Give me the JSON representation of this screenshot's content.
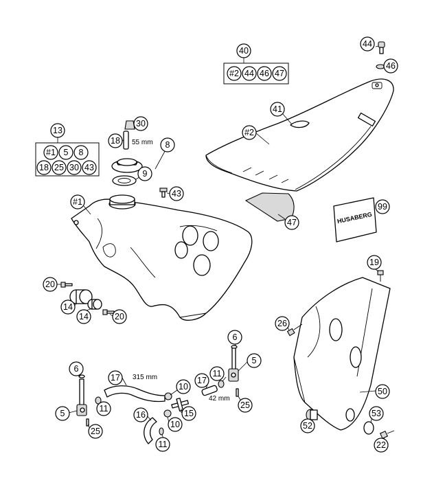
{
  "callouts": {
    "c40": "40",
    "c2a": "#2",
    "c44a": "44",
    "c46a": "46",
    "c47a": "47",
    "c44": "44",
    "c46": "46",
    "c13": "13",
    "c1k": "#1",
    "c5k": "5",
    "c8k": "8",
    "c18k": "18",
    "c25k": "25",
    "c30k": "30",
    "c43k": "43",
    "c30": "30",
    "c18": "18",
    "c8": "8",
    "c9": "9",
    "c43": "43",
    "c41": "41",
    "c2": "#2",
    "c47": "47",
    "c99": "99",
    "c1": "#1",
    "c20a": "20",
    "c14a": "14",
    "c14b": "14",
    "c20b": "20",
    "c19": "19",
    "c26": "26",
    "c6a": "6",
    "c5a": "5",
    "c11a": "11",
    "c25a": "25",
    "c17a": "17",
    "c16": "16",
    "c10a": "10",
    "c10b": "10",
    "c15": "15",
    "c11b": "11",
    "c17b": "17",
    "c11c": "11",
    "c6b": "6",
    "c5b": "5",
    "c25b": "25",
    "c50": "50",
    "c53": "53",
    "c52": "52",
    "c22": "22"
  },
  "dimensions": {
    "spacer_length": "55 mm",
    "hose_long": "315 mm",
    "hose_short": "42 mm"
  },
  "decal_text": "HUSABERG"
}
